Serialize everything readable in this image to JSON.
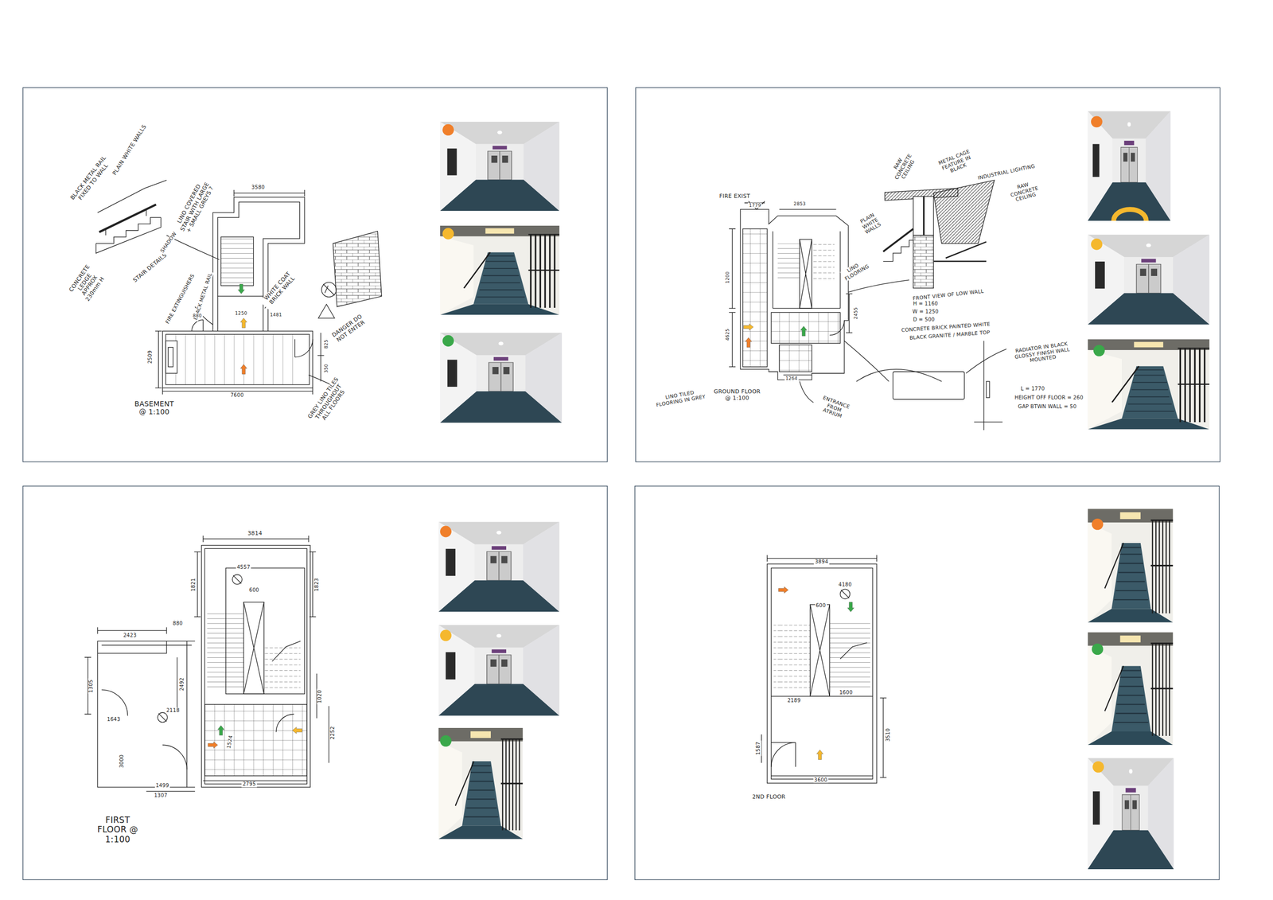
{
  "diagram": {
    "labels": [
      "PLAIN WHITE WALLS",
      "BLACK METAL RAIL FIXED TO WALL",
      "CONCRETE LEDGE APPROX 230mm H",
      "STAIR DETAILS",
      "SHADOW GAP",
      "LINO COVERED STAIR WITH LARGE + SMALL GREYS ?",
      "FIRE EXTINGUISHERS",
      "BLACK METAL RAIL",
      "WHITE COAT BRICK WALL",
      "DANGER DO NOT ENTER",
      "GREY LINO TILES THROUGHOUT ALL FLOORS",
      "BASEMENT @ 1:100",
      "3580",
      "7600",
      "2509",
      "880",
      "1250",
      "1481",
      "825",
      "350",
      "FIRE EXIST",
      "1779",
      "2853",
      "RAW CONCRETE CEILING",
      "METAL CAGE FEATURE IN BLACK",
      "INDUSTRIAL LIGHTING",
      "RAW CONCRETE CEILING",
      "PLAIN WHITE WALLS",
      "LINO FLOORING",
      "FRONT VIEW OF LOW WALL",
      "H = 1160",
      "W = 1250",
      "D = 500",
      "CONCRETE BRICK PAINTED WHITE",
      "BLACK GRANITE / MARBLE TOP",
      "RADIATOR IN BLACK GLOSSY FINISH WALL MOUNTED",
      "L = 1770",
      "HEIGHT OFF FLOOR = 260",
      "GAP BTWN WALL = 50",
      "LINO TILED FLOORING IN GREY",
      "GROUND FLOOR @ 1:100",
      "ENTRANCE FROM ATRIUM",
      "1200",
      "4625",
      "1264",
      "2455",
      "3814",
      "1821",
      "1823",
      "4557",
      "600",
      "2423",
      "880",
      "1305",
      "1643",
      "2492",
      "2118",
      "1020",
      "2252",
      "1524",
      "3000",
      "1499",
      "1307",
      "2795",
      "FIRST FLOOR @ 1:100",
      "3894",
      "4180",
      "600",
      "2189",
      "1600",
      "1587",
      "3510",
      "3600",
      "2ND FLOOR"
    ]
  }
}
